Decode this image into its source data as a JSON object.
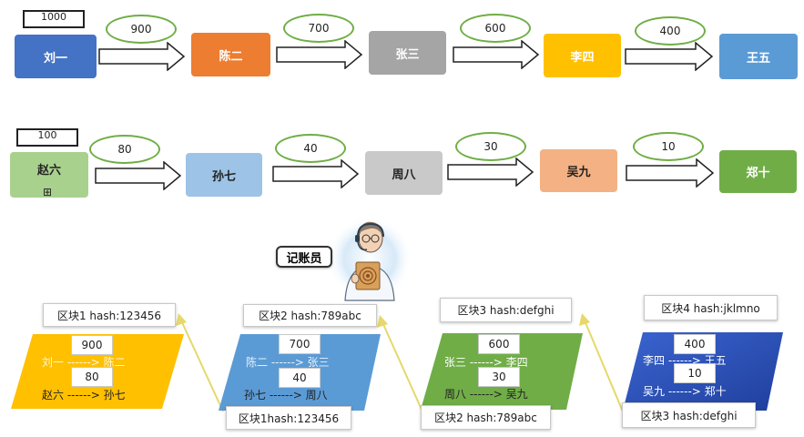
{
  "row1": {
    "start_amount": "1000",
    "nodes": [
      "刘一",
      "陈二",
      "张三",
      "李四",
      "王五"
    ],
    "transfers": [
      "900",
      "700",
      "600",
      "400"
    ]
  },
  "row2": {
    "start_amount": "100",
    "expand_glyph": "⊞",
    "nodes": [
      "赵六",
      "孙七",
      "周八",
      "吴九",
      "郑十"
    ],
    "transfers": [
      "80",
      "40",
      "30",
      "10"
    ]
  },
  "clerk_label": "记账员",
  "blocks": [
    {
      "header": "区块1 hash:123456",
      "amount_a": "900",
      "line_a": "刘一 ------> 陈二",
      "amount_b": "80",
      "line_b": "赵六 ------> 孙七",
      "prev": ""
    },
    {
      "header": "区块2 hash:789abc",
      "amount_a": "700",
      "line_a": "陈二 ------> 张三",
      "amount_b": "40",
      "line_b": "孙七 ------> 周八",
      "prev": "区块1hash:123456"
    },
    {
      "header": "区块3 hash:defghi",
      "amount_a": "600",
      "line_a": "张三 ------> 李四",
      "amount_b": "30",
      "line_b": "周八 ------> 吴九",
      "prev": "区块2 hash:789abc"
    },
    {
      "header": "区块4 hash:jklmno",
      "amount_a": "400",
      "line_a": "李四 ------> 王五",
      "amount_b": "10",
      "line_b": "吴九 ------> 郑十",
      "prev": "区块3 hash:defghi"
    }
  ],
  "colors": {
    "node_blue": "#4472c4",
    "node_orange": "#ed7d31",
    "node_gray": "#a5a5a5",
    "node_gold": "#ffc000",
    "node_lightblue": "#5b9bd5",
    "node_lightgreen": "#a9d18e",
    "node_paleblue": "#9dc3e6",
    "node_lightgray": "#c9c9c9",
    "node_salmon": "#f4b183",
    "node_green": "#70ad47",
    "oval_border": "#6fae45",
    "block1": "#ffc000",
    "block2": "#5b9bd5",
    "block3": "#70ad47",
    "block4": "#2f52b8",
    "link_arrow": "#e6d86a"
  }
}
